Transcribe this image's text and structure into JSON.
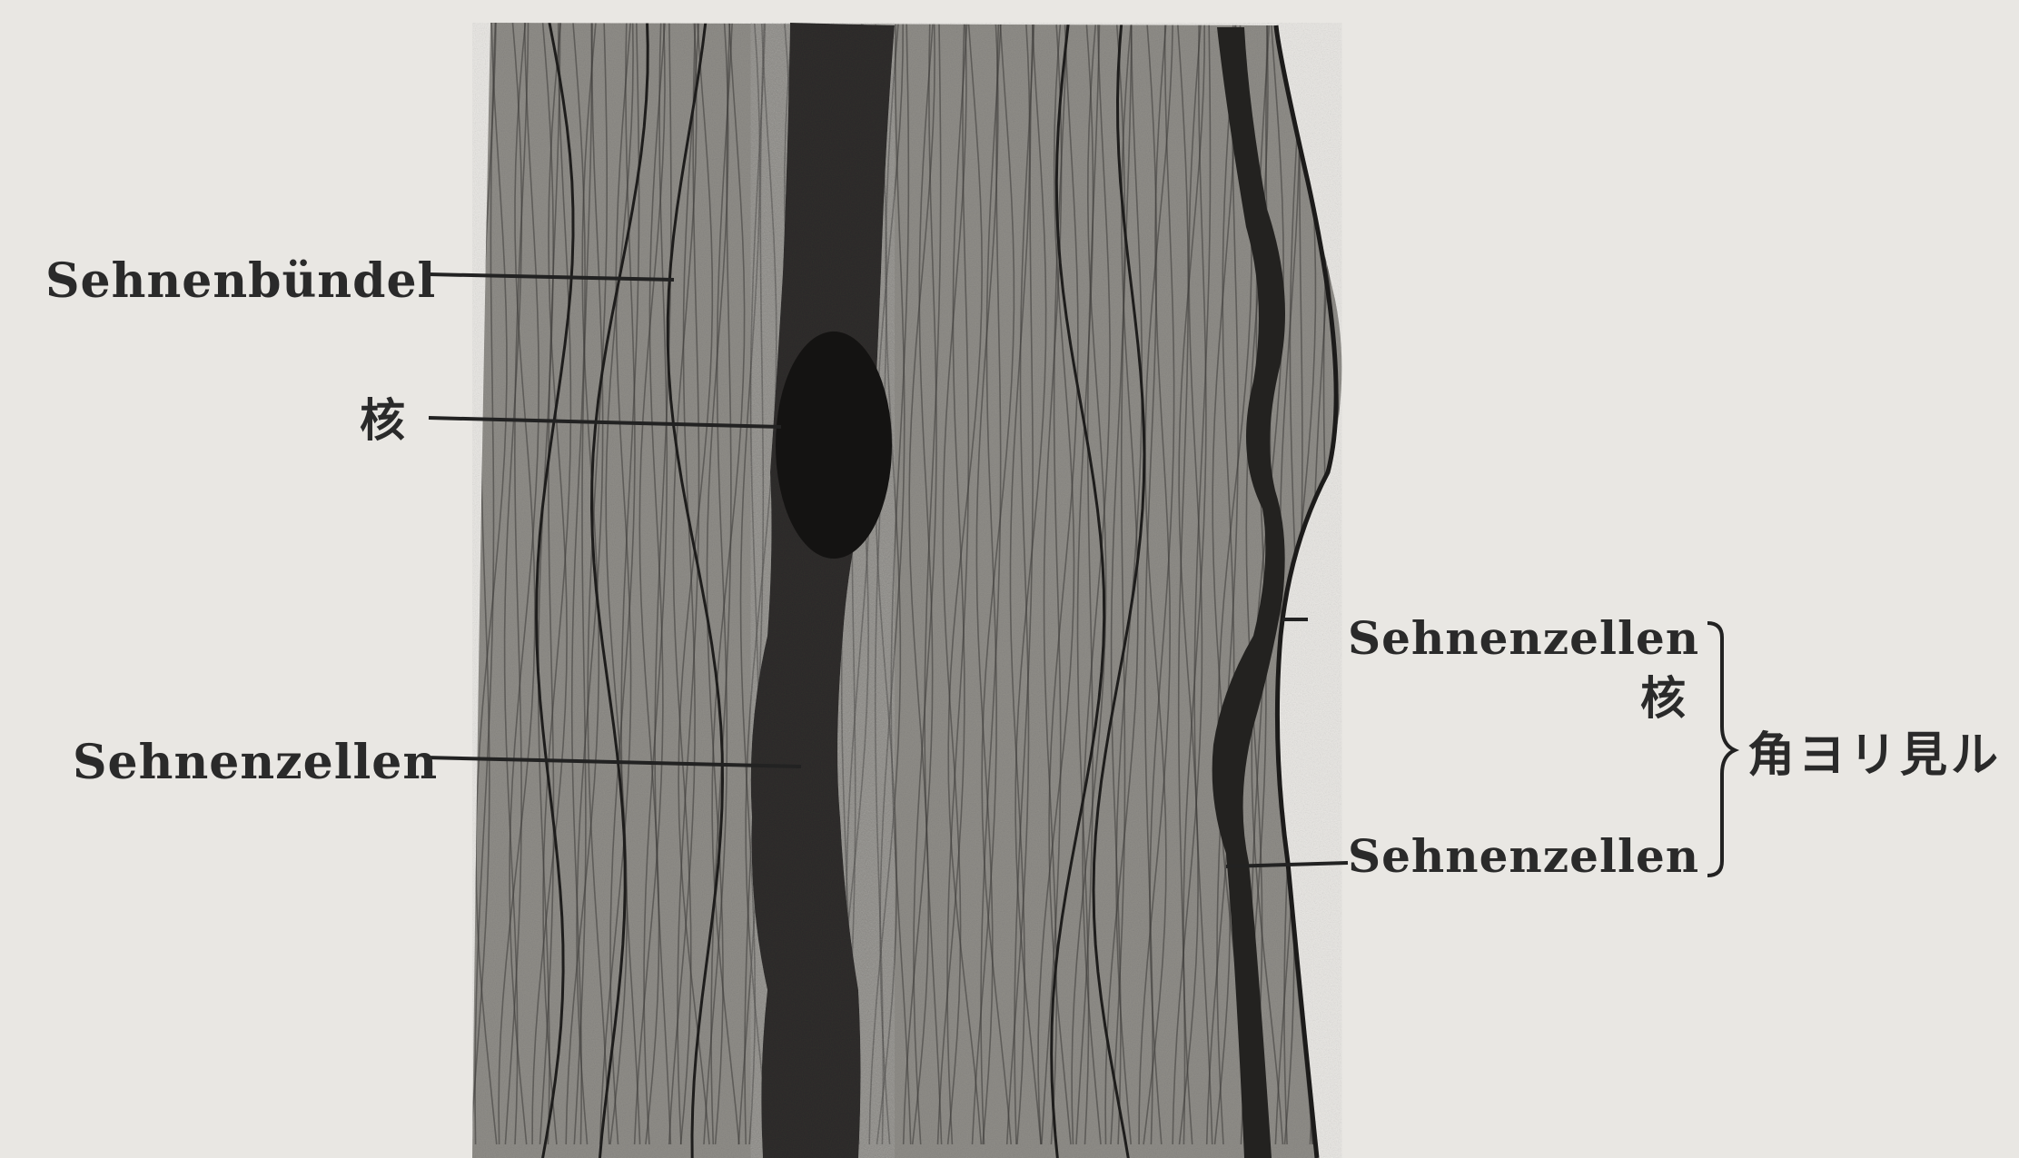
{
  "figure": {
    "labels": {
      "bundle": "Sehnenbündel",
      "nucleus": "核",
      "cells_left": "Sehnenzellen",
      "cells_right_top": "Sehnenzellen",
      "nucleus_right": "核",
      "cells_right_bottom": "Sehnenzellen",
      "side_view": "角ヨリ見ル"
    },
    "colors": {
      "paper": "#e9e7e3",
      "tissue": "#8c8a86",
      "fiber": "#3a3937",
      "cell": "#2b2a28",
      "nucleus": "#151413"
    }
  }
}
